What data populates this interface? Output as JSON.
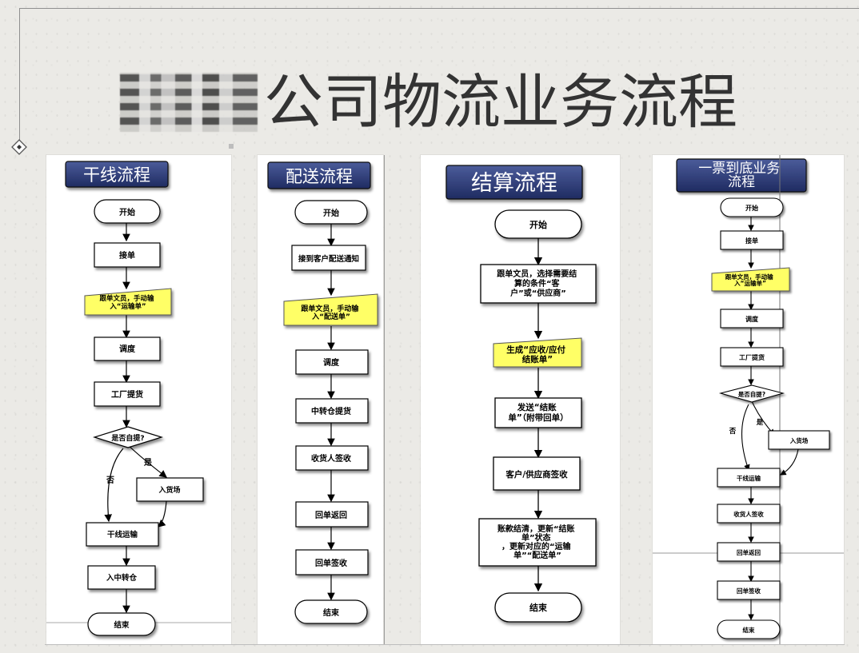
{
  "title": {
    "main": "公司物流业务流程"
  },
  "flows": [
    {
      "header": "干线流程",
      "steps": [
        "开始",
        "接单",
        "跟单文员，手动输入“运输单”",
        "调度",
        "工厂提货",
        "是否自提?",
        "入货场",
        "干线运输",
        "入中转仓",
        "结束"
      ],
      "branch_yes": "是",
      "branch_no": "否"
    },
    {
      "header": "配送流程",
      "steps": [
        "开始",
        "接到客户配送通知",
        "跟单文员，手动输入“配送单”",
        "调度",
        "中转仓提货",
        "收货人签收",
        "回单返回",
        "回单签收",
        "结束"
      ]
    },
    {
      "header": "结算流程",
      "steps": [
        "开始",
        "跟单文员，选择需要结算的条件“客户”或“供应商”",
        "生成“应收/应付结账单”",
        "发送“结账单”（附带回单）",
        "客户/供应商签收",
        "账款结清，更新“结账单”状态，更新对应的“运输单”“配送单”",
        "结束"
      ]
    },
    {
      "header": "一票到底业务流程",
      "steps": [
        "开始",
        "接单",
        "跟单文员，手动输入“运输单”",
        "调度",
        "工厂提货",
        "是否自提?",
        "入货场",
        "干线运输",
        "收货人签收",
        "回单返回",
        "回单签收",
        "结束"
      ],
      "branch_yes": "是",
      "branch_no": "否"
    }
  ]
}
